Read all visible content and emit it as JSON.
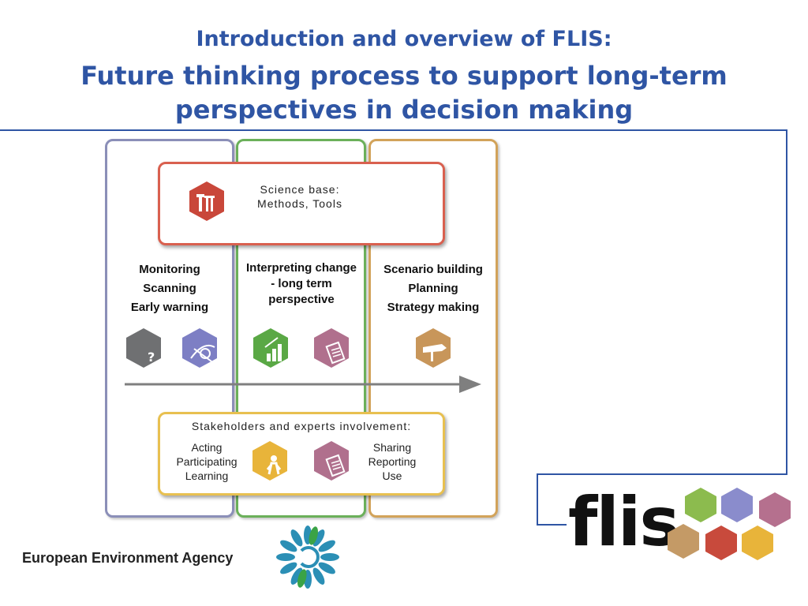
{
  "title": {
    "line1": "Introduction and overview of FLIS:",
    "line2a": "Future thinking process to support long-term",
    "line2b": "perspectives in decision making"
  },
  "science_box": {
    "line1": "Science base:",
    "line2": "Methods, Tools",
    "icon": "tools-icon",
    "color": "#c9473a"
  },
  "columns": [
    {
      "border": "#8b8fb8",
      "lines": [
        "Monitoring",
        "Scanning",
        "Early warning"
      ]
    },
    {
      "border": "#6bb05a",
      "lines": [
        "Interpreting change",
        "- long term",
        "perspective"
      ]
    },
    {
      "border": "#d2a35a",
      "lines": [
        "Scenario building",
        "Planning",
        "Strategy making"
      ]
    }
  ],
  "stakeholders_box": {
    "heading": "Stakeholders and experts involvement:",
    "left": [
      "Acting",
      "Participating",
      "Learning"
    ],
    "right": [
      "Sharing",
      "Reporting",
      "Use"
    ]
  },
  "hex_colors": {
    "red": "#c9473a",
    "gray": "#6f7072",
    "blue": "#7d7fc4",
    "green": "#5aa845",
    "mauve": "#b0708d",
    "tan": "#c8965a",
    "yellow": "#e8b43a"
  },
  "footer": {
    "agency": "European Environment Agency",
    "logo_text": "flis"
  }
}
